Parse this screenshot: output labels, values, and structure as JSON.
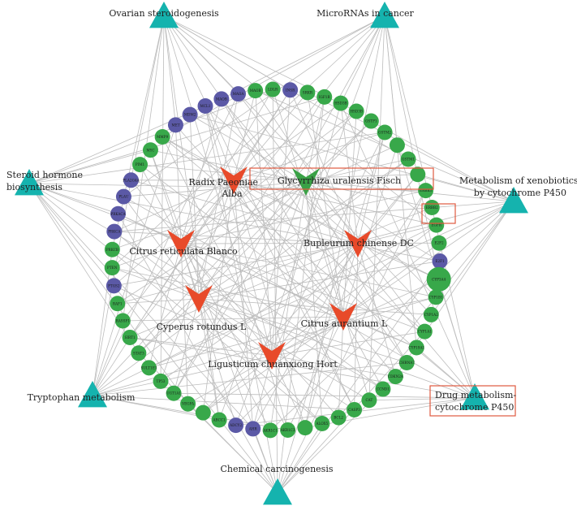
{
  "colors": {
    "pathway": "#15b3ae",
    "herb": "#e84a2a",
    "herb_highlight": "#3aa146",
    "gene_green": "#38a84a",
    "gene_purple": "#5b59a6",
    "edge": "#bdbdbd",
    "highlight_box": "#e0593f"
  },
  "pathways": [
    {
      "id": "ovarian",
      "label": "Ovarian steroidogenesis"
    },
    {
      "id": "mirna",
      "label": "MicroRNAs in cancer"
    },
    {
      "id": "steroid",
      "label": "Steroid hormone biosynthesis"
    },
    {
      "id": "xeno",
      "label": "Metabolism of xenobiotics by cytochrome P450"
    },
    {
      "id": "tryptophan",
      "label": "Tryptophan metabolism"
    },
    {
      "id": "drug",
      "label": "Drug metabolism-cytochrome P450",
      "highlighted": true
    },
    {
      "id": "chemical",
      "label": "Chemical carcinogenesis"
    }
  ],
  "herbs": [
    {
      "id": "radix",
      "label": "Radix Paeoniae Alba"
    },
    {
      "id": "glycyrrhiza",
      "label": "Glycyrrhiza uralensis Fisch",
      "highlighted": true
    },
    {
      "id": "citrus_ret",
      "label": "Citrus reticulata Blanco"
    },
    {
      "id": "bupleurum",
      "label": "Bupleurum chinense DC"
    },
    {
      "id": "cyperus",
      "label": "Cyperus rotundus L"
    },
    {
      "id": "citrus_aur",
      "label": "Citrus aurantium L"
    },
    {
      "id": "ligusticum",
      "label": "Ligusticum chuanxiong Hort"
    }
  ],
  "genes": [
    {
      "label": "INSR",
      "color": "purple"
    },
    {
      "label": "SRKR",
      "color": "green"
    },
    {
      "label": "IGF1R",
      "color": "green"
    },
    {
      "label": "HSD3B",
      "color": "green"
    },
    {
      "label": "HSD3B",
      "color": "green"
    },
    {
      "label": "GSTP1",
      "color": "green"
    },
    {
      "label": "GSTM2",
      "color": "green"
    },
    {
      "label": "",
      "color": "green"
    },
    {
      "label": "GSTM1",
      "color": "green"
    },
    {
      "label": "",
      "color": "green"
    },
    {
      "label": "ERBB3",
      "color": "green"
    },
    {
      "label": "ERBB2",
      "color": "green"
    },
    {
      "label": "EGFR",
      "color": "green"
    },
    {
      "label": "E2F2",
      "color": "green"
    },
    {
      "label": "E2F1",
      "color": "purple"
    },
    {
      "label": "CYP3A4",
      "color": "green",
      "highlighted": true
    },
    {
      "label": "CYP1B1",
      "color": "green"
    },
    {
      "label": "CYP1A2",
      "color": "green"
    },
    {
      "label": "CYP1A1",
      "color": "green"
    },
    {
      "label": "CYP19A1",
      "color": "green"
    },
    {
      "label": "CHRNA7",
      "color": "green"
    },
    {
      "label": "CDKN2A",
      "color": "green"
    },
    {
      "label": "CCND1",
      "color": "green"
    },
    {
      "label": "CAT",
      "color": "green"
    },
    {
      "label": "CASP3",
      "color": "green"
    },
    {
      "label": "BCL2",
      "color": "green"
    },
    {
      "label": "ALOX5",
      "color": "green"
    },
    {
      "label": "",
      "color": "green"
    },
    {
      "label": "AKR1C3",
      "color": "green"
    },
    {
      "label": "AKR1C1",
      "color": "green"
    },
    {
      "label": "AHR",
      "color": "purple"
    },
    {
      "label": "ADCY2",
      "color": "purple"
    },
    {
      "label": "ABCC1",
      "color": "green"
    },
    {
      "label": "",
      "color": "green"
    },
    {
      "label": "VEGFA",
      "color": "green"
    },
    {
      "label": "UGT1A1",
      "color": "green"
    },
    {
      "label": "TP53",
      "color": "green"
    },
    {
      "label": "SULT1E1",
      "color": "green"
    },
    {
      "label": "STAT3",
      "color": "green"
    },
    {
      "label": "SIRT1",
      "color": "green"
    },
    {
      "label": "RASSF1",
      "color": "green"
    },
    {
      "label": "RAF1",
      "color": "green"
    },
    {
      "label": "PTGS2",
      "color": "purple"
    },
    {
      "label": "PTEN",
      "color": "green"
    },
    {
      "label": "PRKCB",
      "color": "green"
    },
    {
      "label": "PRKCA",
      "color": "purple"
    },
    {
      "label": "PRKACA",
      "color": "purple"
    },
    {
      "label": "PLAU",
      "color": "purple"
    },
    {
      "label": "PLA2G4A",
      "color": "purple"
    },
    {
      "label": "PIM1",
      "color": "green"
    },
    {
      "label": "MYC",
      "color": "green"
    },
    {
      "label": "MMP9",
      "color": "green"
    },
    {
      "label": "MET",
      "color": "purple"
    },
    {
      "label": "MDM2",
      "color": "purple"
    },
    {
      "label": "MCL1",
      "color": "purple"
    },
    {
      "label": "MAOB",
      "color": "purple"
    },
    {
      "label": "MAOA",
      "color": "purple"
    },
    {
      "label": "MAOB",
      "color": "green"
    },
    {
      "label": "LDLR",
      "color": "green"
    }
  ]
}
